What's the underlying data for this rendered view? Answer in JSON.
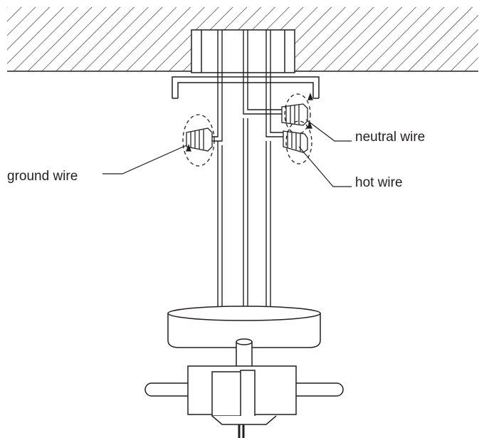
{
  "labels": {
    "neutral": "neutral wire",
    "hot": "hot wire",
    "ground": "ground wire"
  },
  "colors": {
    "stroke": "#231f20",
    "fill": "#ffffff"
  }
}
